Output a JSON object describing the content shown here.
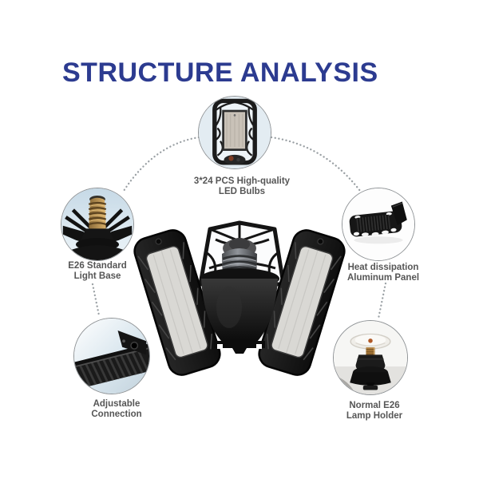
{
  "title": {
    "text": "STRUCTURE ANALYSIS"
  },
  "colors": {
    "background": "#ffffff",
    "title-color": "#2c3b90",
    "label-color": "#565656",
    "dot-color": "#9aa0a4",
    "circle-border": "#8f9396"
  },
  "product": {
    "icon": "tri-panel-led-garage-light-illustration"
  },
  "callouts": [
    {
      "id": "led-bulbs",
      "icon": "led-panel-photo",
      "label_line1": "3*24 PCS High-quality",
      "label_line2": "LED Bulbs"
    },
    {
      "id": "light-base",
      "icon": "e26-screw-base-photo",
      "label_line1": "E26 Standard",
      "label_line2": "Light Base"
    },
    {
      "id": "aluminum-panel",
      "icon": "heat-dissipation-panel-photo",
      "label_line1": "Heat dissipation",
      "label_line2": "Aluminum Panel"
    },
    {
      "id": "adjustable-connection",
      "icon": "hinge-connection-photo",
      "label_line1": "Adjustable",
      "label_line2": "Connection"
    },
    {
      "id": "lamp-holder",
      "icon": "e26-lamp-holder-photo",
      "label_line1": "Normal E26",
      "label_line2": "Lamp Holder"
    }
  ]
}
